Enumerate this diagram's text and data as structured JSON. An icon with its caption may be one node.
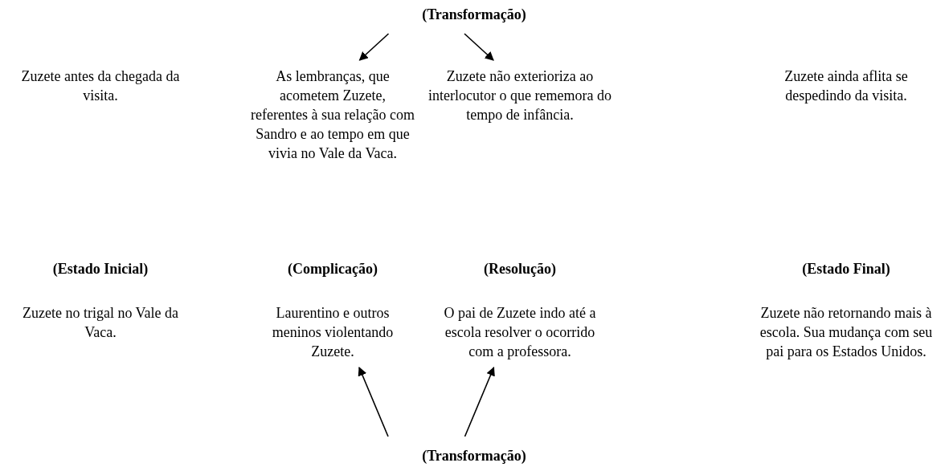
{
  "diagram": {
    "nodes": [
      {
        "text": [
          "(Transformação)"
        ]
      },
      {
        "text": [
          "As lembranças, que acometem Zuzete, referentes à sua relação com Sandro e ao tempo em que vivia no Vale da Vaca."
        ]
      },
      {
        "text": [
          "Zuzete não exterioriza ao interlocutor o que rememora do tempo de infância."
        ]
      },
      {
        "text": [
          "Laurentino e outros meninos violentando Zuzete."
        ]
      },
      {
        "text": [
          "O pai de Zuzete indo até a escola resolver o ocorrido com a professora."
        ]
      },
      {
        "text": [
          "(Transformação)"
        ]
      }
    ],
    "edges": [
      {
        "from": 0,
        "to": 1,
        "arrow": "to"
      },
      {
        "from": 0,
        "to": 2,
        "arrow": "to"
      },
      {
        "from": 5,
        "to": 3,
        "arrow": "to"
      },
      {
        "from": 5,
        "to": 4,
        "arrow": "to"
      }
    ],
    "labels": [
      "Zuzete antes da chegada da visita.",
      "Zuzete ainda aflita se despedindo da visita.",
      "(Estado Inicial)",
      "(Complicação)",
      "(Resolução)",
      "(Estado Final)",
      "Zuzete no trigal no Vale da Vaca.",
      "Zuzete não retornando mais à escola. Sua mudança com seu pai para os Estados Unidos."
    ]
  }
}
